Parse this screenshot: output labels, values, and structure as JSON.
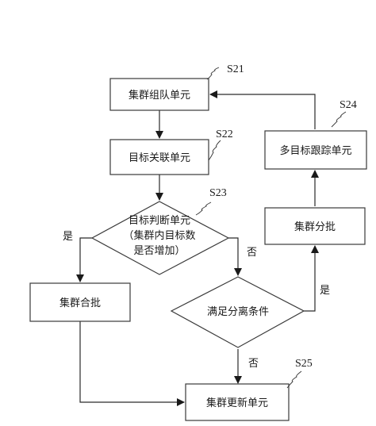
{
  "nodes": {
    "cluster_formation": {
      "label": "集群组队单元",
      "step": "S21"
    },
    "target_association": {
      "label": "目标关联单元",
      "step": "S22"
    },
    "target_judgment": {
      "lines": [
        "目标判断单元",
        "（集群内目标数",
        "是否增加）"
      ],
      "step": "S23"
    },
    "cluster_merge": {
      "label": "集群合批"
    },
    "separation_condition": {
      "label": "满足分离条件"
    },
    "cluster_split": {
      "label": "集群分批"
    },
    "multi_target_tracking": {
      "label": "多目标跟踪单元",
      "step": "S24"
    },
    "cluster_update": {
      "label": "集群更新单元",
      "step": "S25"
    }
  },
  "branches": {
    "judgment_yes": "是",
    "judgment_no": "否",
    "separation_yes": "是",
    "separation_no": "否"
  }
}
